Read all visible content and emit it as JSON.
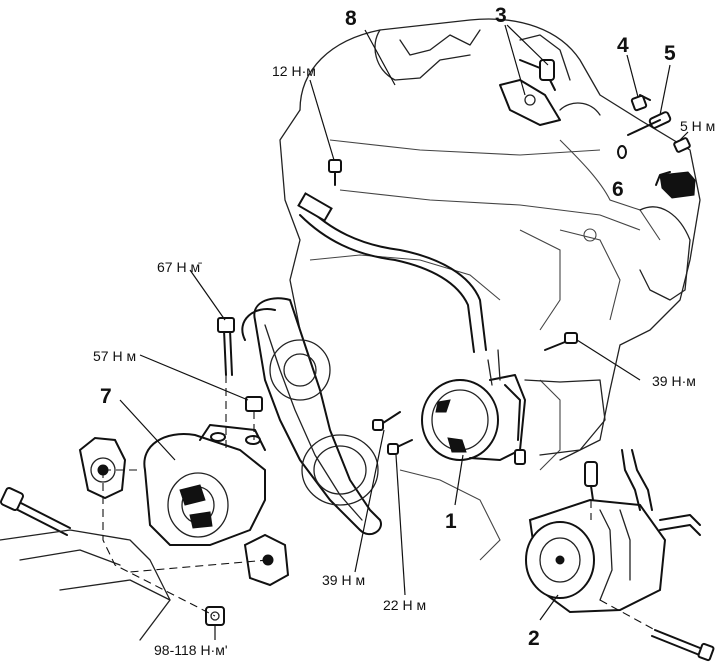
{
  "callouts": {
    "c1": "1",
    "c2": "2",
    "c3": "3",
    "c4": "4",
    "c5": "5",
    "c6": "6",
    "c7": "7",
    "c8": "8"
  },
  "torques": {
    "t_12": "12 Н·м",
    "t_5": "5 Н м",
    "t_67": "67 Н м̄",
    "t_57": "57 Н м",
    "t_39_right": "39 Н·м",
    "t_39_bottom": "39 Н м",
    "t_22": "22 Н м",
    "t_98_118": "98-118 Н·м'"
  }
}
